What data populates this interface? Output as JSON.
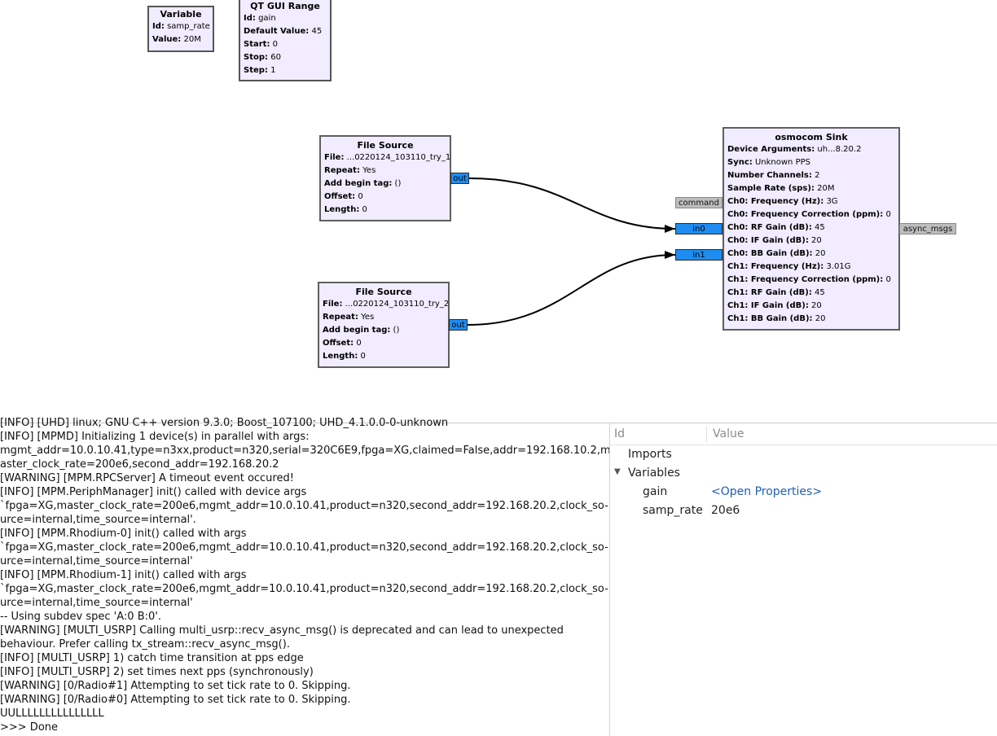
{
  "flowgraph": {
    "variable_block": {
      "title": "Variable",
      "id_label": "Id:",
      "id": "samp_rate",
      "value_label": "Value:",
      "value": "20M"
    },
    "range_block": {
      "title": "QT GUI Range",
      "id_label": "Id:",
      "id": "gain",
      "default_label": "Default Value:",
      "default": "45",
      "start_label": "Start:",
      "start": "0",
      "stop_label": "Stop:",
      "stop": "60",
      "step_label": "Step:",
      "step": "1"
    },
    "file_source_1": {
      "title": "File Source",
      "file_label": "File:",
      "file": "...0220124_103110_try_1",
      "repeat_label": "Repeat:",
      "repeat": "Yes",
      "tag_label": "Add begin tag:",
      "tag": "()",
      "offset_label": "Offset:",
      "offset": "0",
      "length_label": "Length:",
      "length": "0",
      "port": "out"
    },
    "file_source_2": {
      "title": "File Source",
      "file_label": "File:",
      "file": "...0220124_103110_try_2",
      "repeat_label": "Repeat:",
      "repeat": "Yes",
      "tag_label": "Add begin tag:",
      "tag": "()",
      "offset_label": "Offset:",
      "offset": "0",
      "length_label": "Length:",
      "length": "0",
      "port": "out"
    },
    "osmocom_sink": {
      "title": "osmocom Sink",
      "params": [
        {
          "label": "Device Arguments:",
          "value": "uh...8.20.2"
        },
        {
          "label": "Sync:",
          "value": "Unknown PPS"
        },
        {
          "label": "Number Channels:",
          "value": "2"
        },
        {
          "label": "Sample Rate (sps):",
          "value": "20M"
        },
        {
          "label": "Ch0: Frequency (Hz):",
          "value": "3G"
        },
        {
          "label": "Ch0: Frequency Correction (ppm):",
          "value": "0"
        },
        {
          "label": "Ch0: RF Gain (dB):",
          "value": "45"
        },
        {
          "label": "Ch0: IF Gain (dB):",
          "value": "20"
        },
        {
          "label": "Ch0: BB Gain (dB):",
          "value": "20"
        },
        {
          "label": "Ch1: Frequency (Hz):",
          "value": "3.01G"
        },
        {
          "label": "Ch1: Frequency Correction (ppm):",
          "value": "0"
        },
        {
          "label": "Ch1: RF Gain (dB):",
          "value": "45"
        },
        {
          "label": "Ch1: IF Gain (dB):",
          "value": "20"
        },
        {
          "label": "Ch1: BB Gain (dB):",
          "value": "20"
        }
      ],
      "ports": {
        "command": "command",
        "in0": "in0",
        "in1": "in1",
        "async": "async_msgs"
      }
    }
  },
  "console": {
    "lines": [
      "[INFO] [UHD] linux; GNU C++ version 9.3.0; Boost_107100; UHD_4.1.0.0-0-unknown",
      "[INFO] [MPMD] Initializing 1 device(s) in parallel with args:",
      "mgmt_addr=10.0.10.41,type=n3xx,product=n320,serial=320C6E9,fpga=XG,claimed=False,addr=192.168.10.2,m-",
      "aster_clock_rate=200e6,second_addr=192.168.20.2",
      "[WARNING] [MPM.RPCServer] A timeout event occured!",
      "[INFO] [MPM.PeriphManager] init() called with device args",
      "`fpga=XG,master_clock_rate=200e6,mgmt_addr=10.0.10.41,product=n320,second_addr=192.168.20.2,clock_so-",
      "urce=internal,time_source=internal'.",
      "[INFO] [MPM.Rhodium-0] init() called with args",
      "`fpga=XG,master_clock_rate=200e6,mgmt_addr=10.0.10.41,product=n320,second_addr=192.168.20.2,clock_so-",
      "urce=internal,time_source=internal'",
      "[INFO] [MPM.Rhodium-1] init() called with args",
      "`fpga=XG,master_clock_rate=200e6,mgmt_addr=10.0.10.41,product=n320,second_addr=192.168.20.2,clock_so-",
      "urce=internal,time_source=internal'",
      "-- Using subdev spec 'A:0 B:0'.",
      "[WARNING] [MULTI_USRP] Calling multi_usrp::recv_async_msg() is deprecated and can lead to unexpected",
      "behaviour. Prefer calling tx_stream::recv_async_msg().",
      "[INFO] [MULTI_USRP]     1) catch time transition at pps edge",
      "[INFO] [MULTI_USRP]     2) set times next pps (synchronously)",
      "[WARNING] [0/Radio#1] Attempting to set tick rate to 0. Skipping.",
      "[WARNING] [0/Radio#0] Attempting to set tick rate to 0. Skipping.",
      "UULLLLLLLLLLLLLLL",
      ">>> Done"
    ]
  },
  "variables_panel": {
    "col_id": "Id",
    "col_value": "Value",
    "imports": "Imports",
    "variables": "Variables",
    "rows": [
      {
        "id": "gain",
        "value": "<Open Properties>"
      },
      {
        "id": "samp_rate",
        "value": "20e6"
      }
    ],
    "expander": "▼"
  }
}
